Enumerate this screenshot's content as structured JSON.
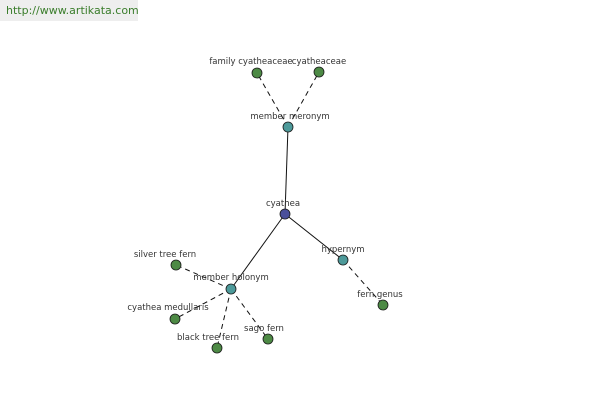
{
  "watermark": {
    "text": "http://www.artikata.com"
  },
  "colors": {
    "center": "#4a4f9a",
    "relation": "#4d9a9a",
    "leaf": "#4d8a45"
  },
  "graph": {
    "center": {
      "id": "cyathea",
      "label": "cyathea"
    },
    "relations": [
      {
        "id": "member-meronym",
        "label": "member meronym"
      },
      {
        "id": "member-holonym",
        "label": "member holonym"
      },
      {
        "id": "hypernym",
        "label": "hypernym"
      }
    ],
    "leaves": [
      {
        "id": "family-cyatheaceae",
        "label": "family cyatheaceae",
        "parent": "member-meronym"
      },
      {
        "id": "cyatheaceae",
        "label": "cyatheaceae",
        "parent": "member-meronym"
      },
      {
        "id": "silver-tree-fern",
        "label": "silver tree fern",
        "parent": "member-holonym"
      },
      {
        "id": "cyathea-medullaris",
        "label": "cyathea medullaris",
        "parent": "member-holonym"
      },
      {
        "id": "black-tree-fern",
        "label": "black tree fern",
        "parent": "member-holonym"
      },
      {
        "id": "sago-fern",
        "label": "sago fern",
        "parent": "member-holonym"
      },
      {
        "id": "fern-genus",
        "label": "fern genus",
        "parent": "hypernym"
      }
    ]
  }
}
